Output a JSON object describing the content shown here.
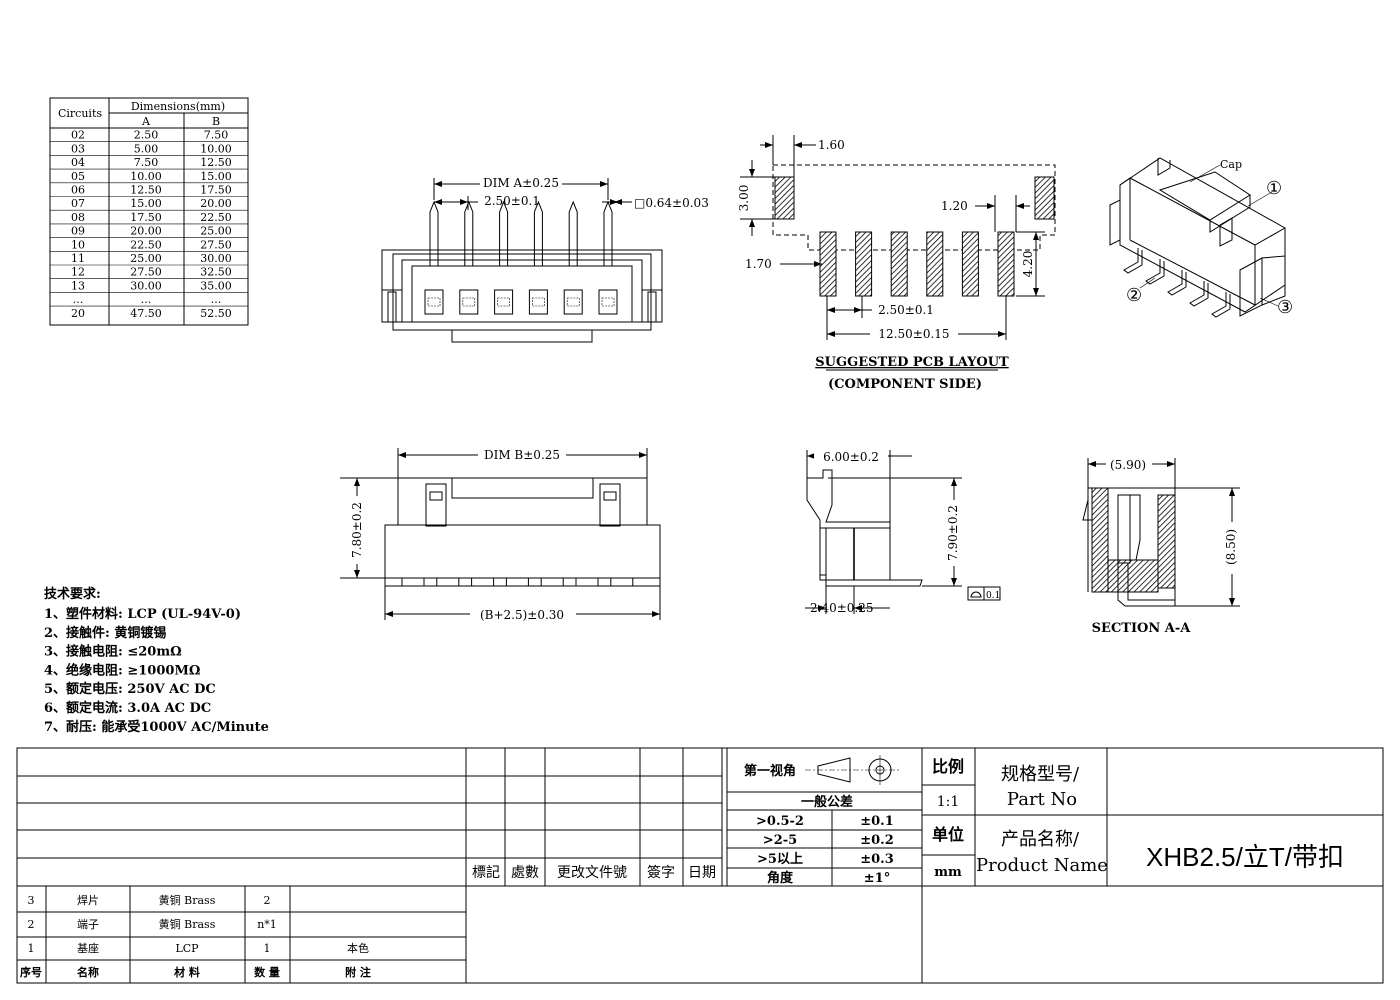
{
  "dim_table": {
    "col_circuits": "Circuits",
    "col_dimensions": "Dimensions(mm)",
    "col_a": "A",
    "col_b": "B",
    "rows": [
      [
        "02",
        "2.50",
        "7.50"
      ],
      [
        "03",
        "5.00",
        "10.00"
      ],
      [
        "04",
        "7.50",
        "12.50"
      ],
      [
        "05",
        "10.00",
        "15.00"
      ],
      [
        "06",
        "12.50",
        "17.50"
      ],
      [
        "07",
        "15.00",
        "20.00"
      ],
      [
        "08",
        "17.50",
        "22.50"
      ],
      [
        "09",
        "20.00",
        "25.00"
      ],
      [
        "10",
        "22.50",
        "27.50"
      ],
      [
        "11",
        "25.00",
        "30.00"
      ],
      [
        "12",
        "27.50",
        "32.50"
      ],
      [
        "13",
        "30.00",
        "35.00"
      ],
      [
        "...",
        "...",
        "..."
      ],
      [
        "20",
        "47.50",
        "52.50"
      ]
    ]
  },
  "top_view": {
    "dim_a": "DIM A±0.25",
    "pitch": "2.50±0.1",
    "pin": "□0.64±0.03"
  },
  "pcb_layout": {
    "d160": "1.60",
    "d300": "3.00",
    "d120": "1.20",
    "d170": "1.70",
    "d420": "4.20",
    "pitch": "2.50±0.1",
    "total": "12.50±0.15",
    "title": "SUGGESTED PCB LAYOUT",
    "subtitle": "(COMPONENT SIDE)"
  },
  "iso_view": {
    "cap": "Cap",
    "c1": "①",
    "c2": "②",
    "c3": "③"
  },
  "front_view": {
    "dim_b": "DIM B±0.25",
    "height": "7.80±0.2",
    "width": "(B+2.5)±0.30"
  },
  "side_view": {
    "width": "6.00±0.2",
    "height": "7.90±0.2",
    "lead": "2.40±0.25",
    "flat": "0.1"
  },
  "section_view": {
    "width": "(5.90)",
    "height": "(8.50)",
    "label": "SECTION A-A"
  },
  "requirements": {
    "title": "技术要求:",
    "items": [
      "1、塑件材料: LCP (UL-94V-0)",
      "2、接触件: 黄铜镀锡",
      "3、接触电阻: ≤20mΩ",
      "4、绝缘电阻: ≥1000MΩ",
      "5、额定电压: 250V AC  DC",
      "6、额定电流: 3.0A AC  DC",
      "7、耐压: 能承受1000V  AC/Minute"
    ]
  },
  "title_block": {
    "rev_headers": [
      "標記",
      "處數",
      "更改文件號",
      "簽字",
      "日期"
    ],
    "projection": "第一视角",
    "tol_title": "一般公差",
    "tol_rows": [
      [
        ">0.5-2",
        "±0.1"
      ],
      [
        ">2-5",
        "±0.2"
      ],
      [
        ">5以上",
        "±0.3"
      ],
      [
        "角度",
        "±1°"
      ]
    ],
    "scale_label": "比例",
    "scale_value": "1:1",
    "unit_label": "单位",
    "unit_value": "mm",
    "part_no_cn": "规格型号/",
    "part_no_en": "Part No",
    "product_cn": "产品名称/",
    "product_en": "Product Name",
    "product_value": "XHB2.5/立T/带扣"
  },
  "bom": {
    "headers": [
      "序号",
      "名称",
      "材 料",
      "数 量",
      "附 注"
    ],
    "rows": [
      [
        "3",
        "焊片",
        "黄铜 Brass",
        "2",
        ""
      ],
      [
        "2",
        "端子",
        "黄铜 Brass",
        "n*1",
        ""
      ],
      [
        "1",
        "基座",
        "LCP",
        "1",
        "本色"
      ]
    ]
  }
}
